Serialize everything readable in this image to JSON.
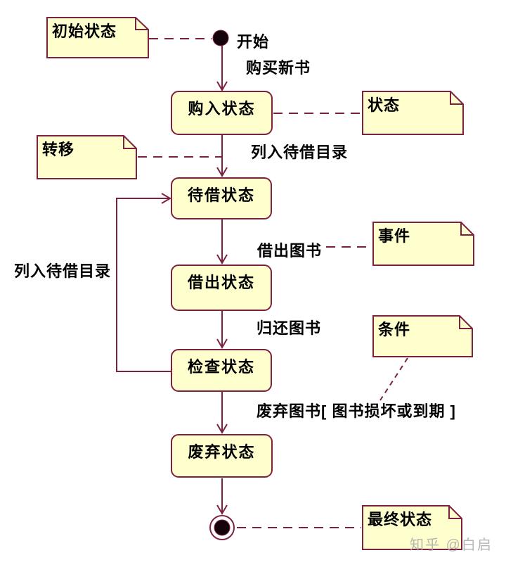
{
  "colors": {
    "line": "#7d2140",
    "fill": "#ffffce",
    "ink": "#000000",
    "mark": "#ababab"
  },
  "start_label": "开始",
  "states": {
    "purchased": "购入状态",
    "waiting": "待借状态",
    "lent": "借出状态",
    "checking": "检查状态",
    "discarded": "废弃状态"
  },
  "notes": {
    "initial": "初始状态",
    "transition": "转移",
    "state": "状态",
    "event": "事件",
    "condition": "条件",
    "final": "最终状态"
  },
  "transitions": {
    "buy_new_book": "购买新书",
    "list_in_catalog": "列入待借目录",
    "lend_book": "借出图书",
    "return_book": "归还图书",
    "discard_book": "废弃图书[ 图书损坏或到期  ]",
    "relist_in_catalog": "列入待借目录"
  },
  "watermark": "知乎 @白启"
}
